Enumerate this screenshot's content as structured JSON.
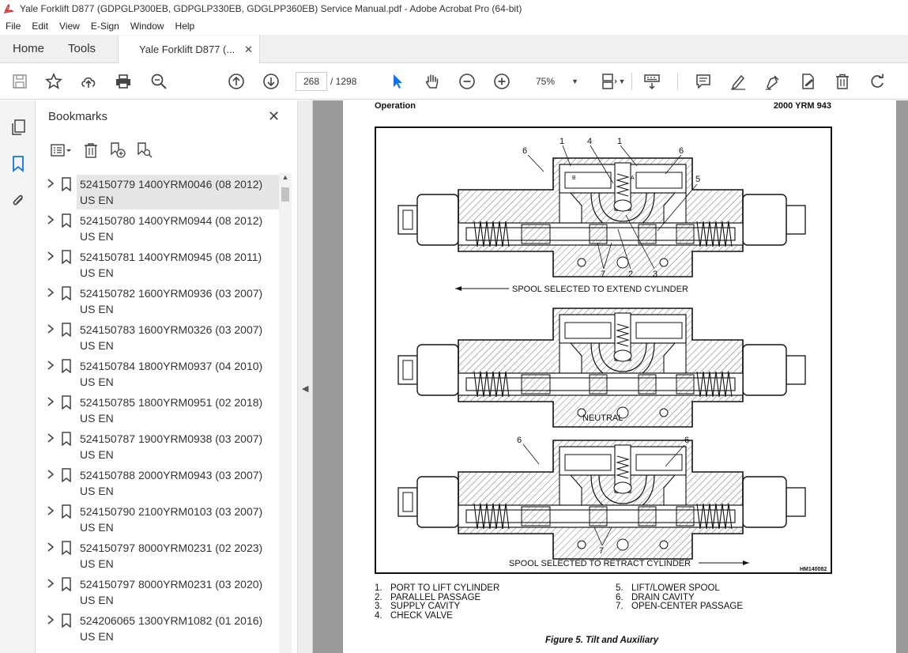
{
  "window": {
    "title": "Yale Forklift D877 (GDPGLP300EB, GDPGLP330EB, GDGLPP360EB) Service Manual.pdf - Adobe Acrobat Pro (64-bit)"
  },
  "menu": [
    "File",
    "Edit",
    "View",
    "E-Sign",
    "Window",
    "Help"
  ],
  "tabs": {
    "home": "Home",
    "tools": "Tools",
    "document": "Yale Forklift D877 (..."
  },
  "toolbar": {
    "page_current": "268",
    "page_total": "/  1298",
    "zoom": "75%"
  },
  "bookmarks": {
    "title": "Bookmarks",
    "items": [
      {
        "line1": "524150779 1400YRM0046 (08 2012)",
        "line2": "US EN",
        "selected": true
      },
      {
        "line1": "524150780 1400YRM0944 (08 2012)",
        "line2": "US EN"
      },
      {
        "line1": "524150781 1400YRM0945 (08 2011)",
        "line2": "US EN"
      },
      {
        "line1": "524150782 1600YRM0936 (03 2007)",
        "line2": "US EN"
      },
      {
        "line1": "524150783 1600YRM0326 (03 2007)",
        "line2": "US EN"
      },
      {
        "line1": "524150784 1800YRM0937 (04 2010)",
        "line2": "US EN"
      },
      {
        "line1": "524150785 1800YRM0951 (02 2018)",
        "line2": "US EN"
      },
      {
        "line1": "524150787 1900YRM0938 (03 2007)",
        "line2": "US EN"
      },
      {
        "line1": "524150788 2000YRM0943 (03 2007)",
        "line2": "US EN"
      },
      {
        "line1": "524150790 2100YRM0103 (03 2007)",
        "line2": "US EN"
      },
      {
        "line1": "524150797 8000YRM0231 (02 2023)",
        "line2": "US EN"
      },
      {
        "line1": "524150797 8000YRM0231 (03 2020)",
        "line2": "US EN"
      },
      {
        "line1": "524206065 1300YRM1082 (01 2016)",
        "line2": "US EN"
      }
    ]
  },
  "document": {
    "header_left": "Operation",
    "header_right": "2000 YRM 943",
    "figure": {
      "labels_top": {
        "n1a": "1",
        "n1b": "1",
        "n4": "4",
        "n5": "5",
        "n6a": "6",
        "n6b": "6",
        "n7": "7",
        "n2": "2",
        "n3": "3",
        "pA": "A",
        "pB": "B"
      },
      "caption_extend": "SPOOL SELECTED TO EXTEND CYLINDER",
      "caption_neutral": "NEUTRAL",
      "caption_retract": "SPOOL SELECTED TO RETRACT CYLINDER",
      "labels_bottom": {
        "n6a": "6",
        "n6b": "6",
        "n7": "7"
      },
      "code": "HM140082"
    },
    "legend": [
      {
        "num": "1.",
        "text": "PORT TO LIFT CYLINDER"
      },
      {
        "num": "2.",
        "text": "PARALLEL PASSAGE"
      },
      {
        "num": "3.",
        "text": "SUPPLY CAVITY"
      },
      {
        "num": "4.",
        "text": "CHECK VALVE"
      },
      {
        "num": "5.",
        "text": "LIFT/LOWER SPOOL"
      },
      {
        "num": "6.",
        "text": "DRAIN CAVITY"
      },
      {
        "num": "7.",
        "text": "OPEN-CENTER PASSAGE"
      }
    ],
    "caption": "Figure 5.  Tilt and Auxiliary"
  },
  "colors": {
    "acrobat_red": "#d7282a",
    "accent_blue": "#1473e6"
  }
}
